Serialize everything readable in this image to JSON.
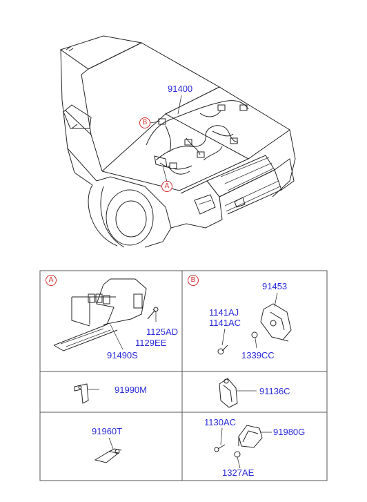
{
  "overview": {
    "harness_label": "91400",
    "callout_a": "A",
    "callout_b": "B"
  },
  "panels": {
    "a": {
      "marker": "A",
      "parts": [
        "1125AD",
        "1129EE",
        "91490S"
      ]
    },
    "b": {
      "marker": "B",
      "parts": [
        "91453",
        "1141AJ",
        "1141AC",
        "1339CC"
      ]
    },
    "bracket": {
      "part": "91990M"
    },
    "clip": {
      "part": "91136C"
    },
    "holder": {
      "part": "91960T"
    },
    "sensor": {
      "parts": [
        "1130AC",
        "91980G",
        "1327AE"
      ]
    }
  },
  "colors": {
    "part_label": "#2a2ad8",
    "callout": "#d42a2a",
    "linework": "#222222"
  }
}
